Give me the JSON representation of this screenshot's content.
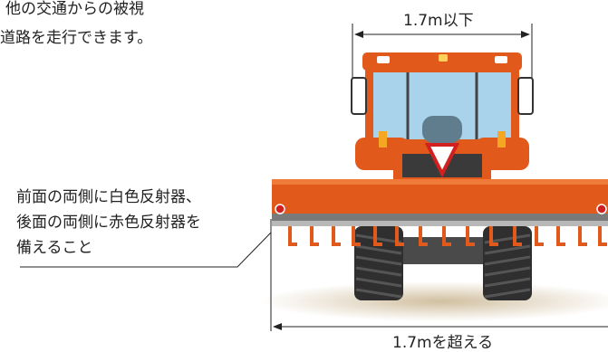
{
  "intro": {
    "line1": "他の交通からの被視",
    "line2": "道路を走行できます。"
  },
  "callout": {
    "line1": "前面の両側に白色反射器、",
    "line2": "後面の両側に赤色反射器を",
    "line3": "備えること"
  },
  "dimensions": {
    "top_label": "1.7m以下",
    "bottom_label": "1.7mを超える"
  },
  "colors": {
    "body": "#e15a1c",
    "implement": "#d9531a",
    "glass": "#a9d3ea",
    "tire": "#3a3a3a",
    "reflector": "#d22020"
  }
}
